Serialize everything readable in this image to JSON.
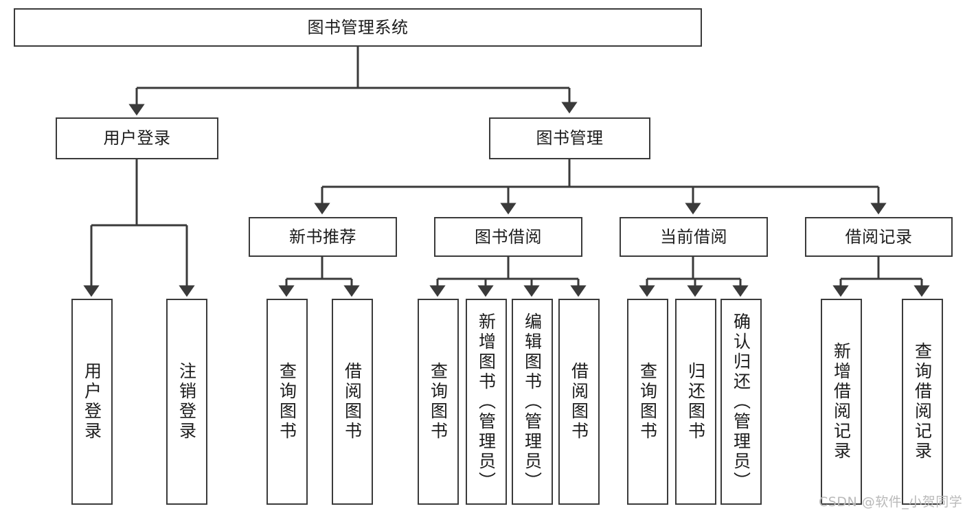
{
  "diagram": {
    "type": "tree-hierarchy-chart",
    "title": "图书管理系统",
    "line_color": "#3a3a3a",
    "box_fill": "#ffffff",
    "text_color": "#1c1c1c"
  },
  "root": {
    "label": "图书管理系统"
  },
  "level2": [
    {
      "label": "用户登录"
    },
    {
      "label": "图书管理"
    }
  ],
  "level3": [
    {
      "label": "新书推荐"
    },
    {
      "label": "图书借阅"
    },
    {
      "label": "当前借阅"
    },
    {
      "label": "借阅记录"
    }
  ],
  "leaves": {
    "user_login": [
      {
        "label": "用户登录"
      },
      {
        "label": "注销登录"
      }
    ],
    "new_book": [
      {
        "label": "查询图书"
      },
      {
        "label": "借阅图书"
      }
    ],
    "book_borrow": [
      {
        "label": "查询图书"
      },
      {
        "label": "新增图书（管理员）"
      },
      {
        "label": "编辑图书（管理员）"
      },
      {
        "label": "借阅图书"
      }
    ],
    "current_borrow": [
      {
        "label": "查询图书"
      },
      {
        "label": "归还图书"
      },
      {
        "label": "确认归还（管理员）"
      }
    ],
    "borrow_record": [
      {
        "label": "新增借阅记录"
      },
      {
        "label": "查询借阅记录"
      }
    ]
  },
  "watermark": {
    "text": "CSDN @软件_小贺同学"
  }
}
